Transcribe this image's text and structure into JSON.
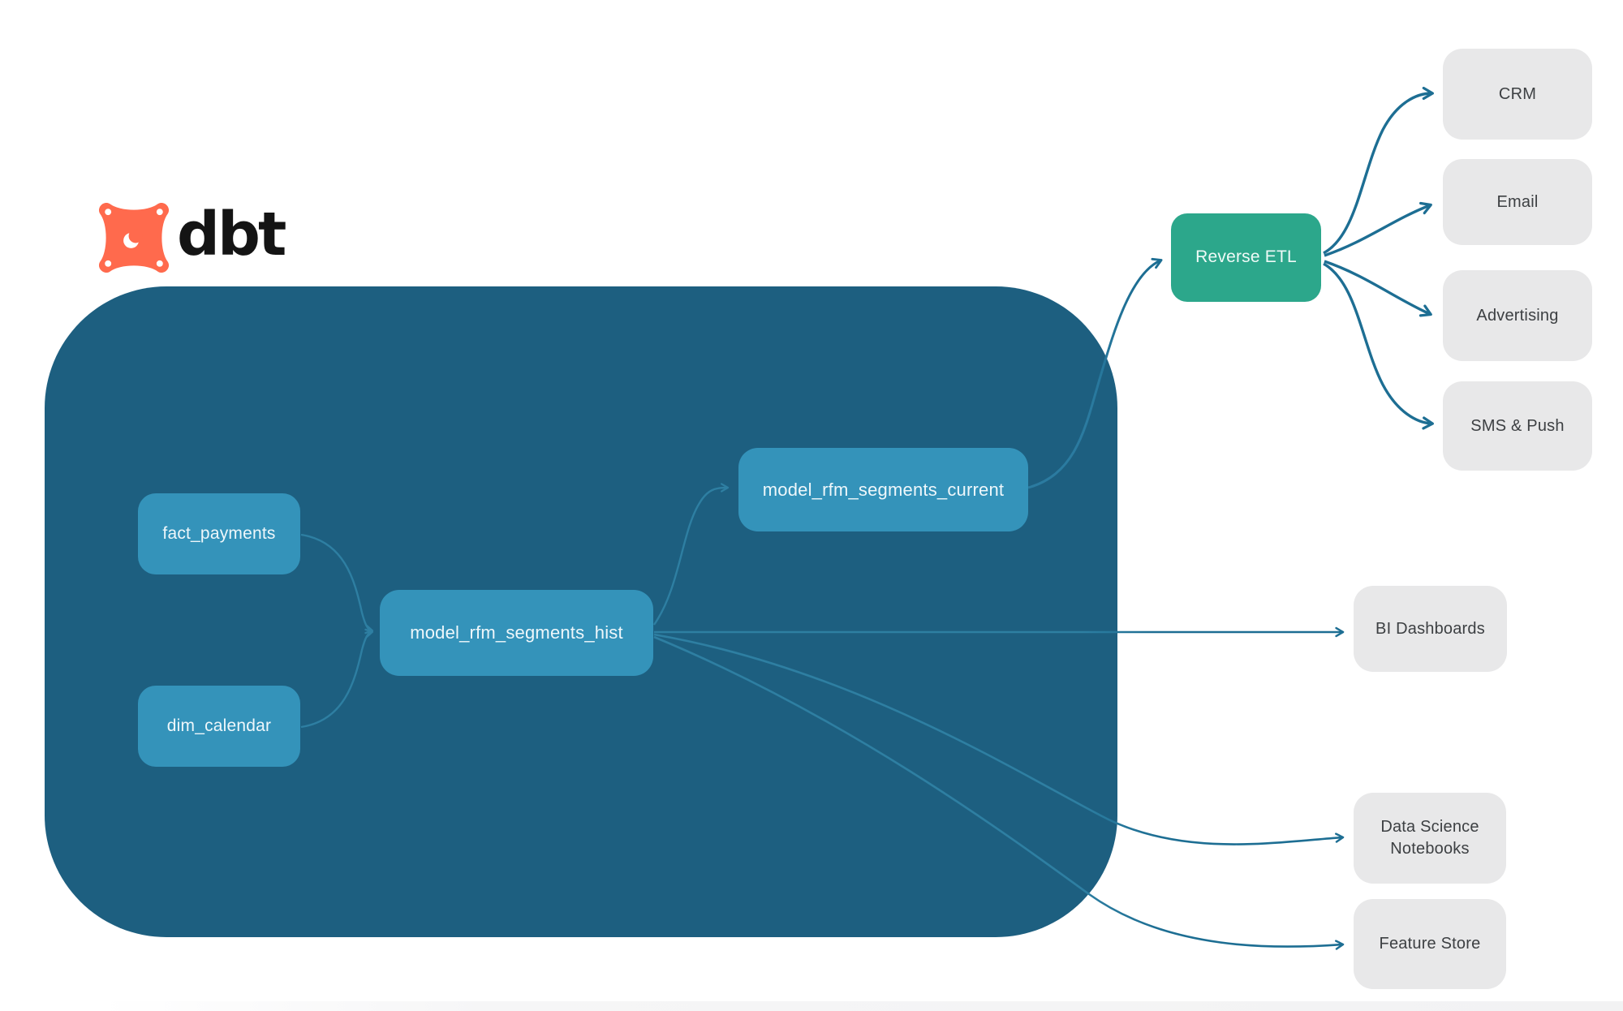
{
  "logo": {
    "brand_text": "dbt",
    "icon": "dbt-star-icon",
    "icon_color": "#ff6a4d"
  },
  "colors": {
    "page_background": "#ffffff",
    "warehouse_container": "#1d5f80",
    "model_node": "#3493ba",
    "reverse_etl_node": "#2ca78b",
    "destination_node": "#e8e8e9",
    "destination_text": "#3d4043",
    "node_text": "#eef7fb",
    "edge_dark": "#1d6e93",
    "edge_light": "#2e7fa2"
  },
  "nodes": {
    "fact_payments": {
      "label": "fact_payments"
    },
    "dim_calendar": {
      "label": "dim_calendar"
    },
    "model_rfm_segments_hist": {
      "label": "model_rfm_segments_hist"
    },
    "model_rfm_segments_current": {
      "label": "model_rfm_segments_current"
    },
    "reverse_etl": {
      "label": "Reverse ETL"
    },
    "crm": {
      "label": "CRM"
    },
    "email": {
      "label": "Email"
    },
    "advertising": {
      "label": "Advertising"
    },
    "sms_push": {
      "label": "SMS & Push"
    },
    "bi_dashboards": {
      "label": "BI Dashboards"
    },
    "data_science_notebooks": {
      "label": "Data Science Notebooks"
    },
    "feature_store": {
      "label": "Feature Store"
    }
  },
  "edges": [
    {
      "from": "fact_payments",
      "to": "model_rfm_segments_hist"
    },
    {
      "from": "dim_calendar",
      "to": "model_rfm_segments_hist"
    },
    {
      "from": "model_rfm_segments_hist",
      "to": "model_rfm_segments_current"
    },
    {
      "from": "model_rfm_segments_current",
      "to": "reverse_etl"
    },
    {
      "from": "model_rfm_segments_hist",
      "to": "bi_dashboards"
    },
    {
      "from": "model_rfm_segments_hist",
      "to": "data_science_notebooks"
    },
    {
      "from": "model_rfm_segments_hist",
      "to": "feature_store"
    },
    {
      "from": "reverse_etl",
      "to": "crm"
    },
    {
      "from": "reverse_etl",
      "to": "email"
    },
    {
      "from": "reverse_etl",
      "to": "advertising"
    },
    {
      "from": "reverse_etl",
      "to": "sms_push"
    }
  ]
}
